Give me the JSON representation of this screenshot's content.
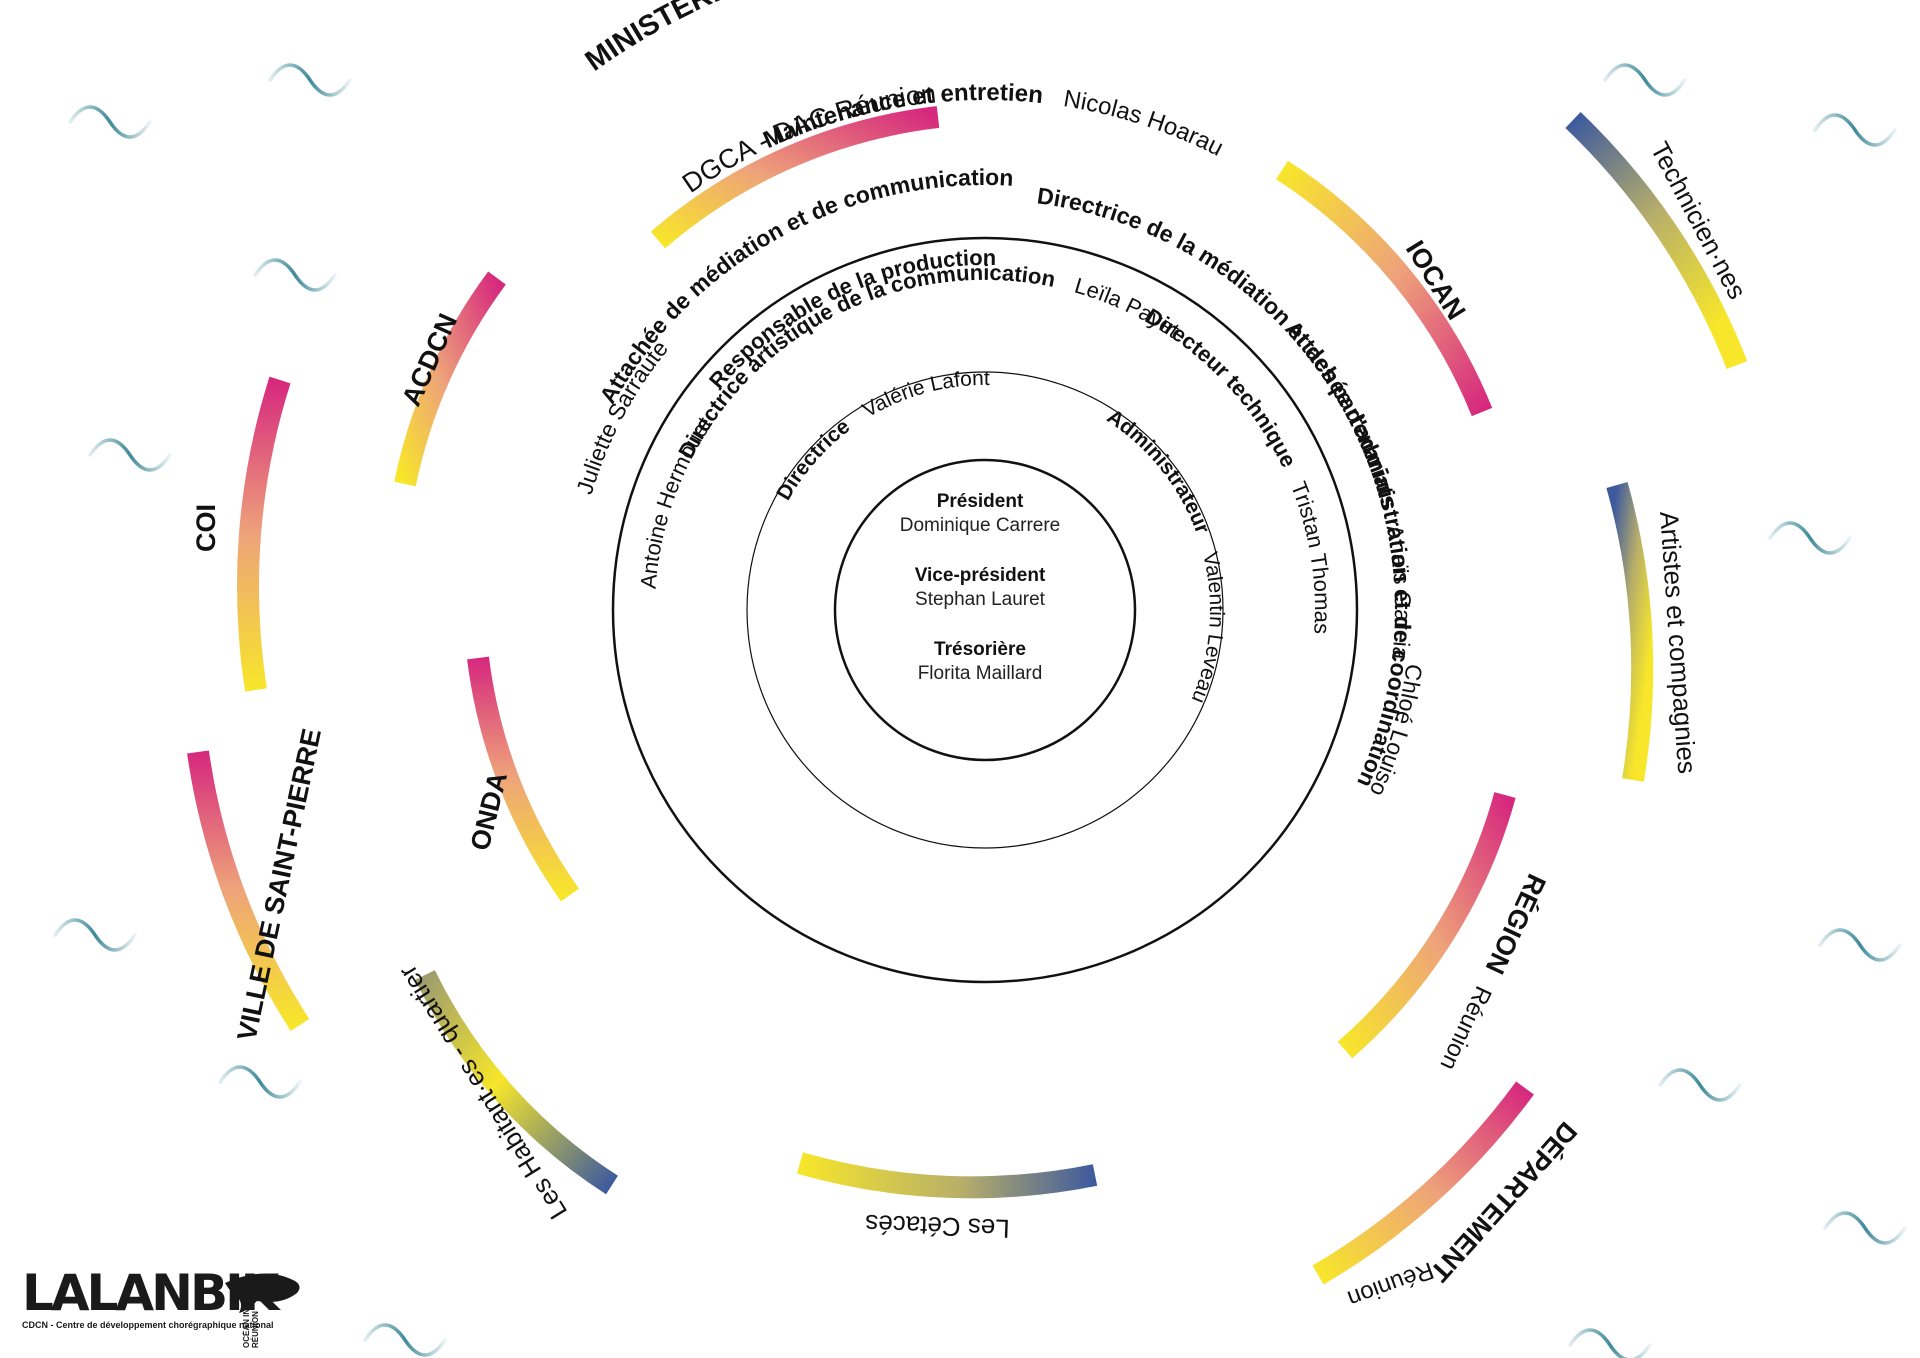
{
  "colors": {
    "yellow": "#f7e62a",
    "pink": "#d6287e",
    "blue": "#3d5a9e",
    "wave": "#3f8a9a",
    "ink": "#111111"
  },
  "center": {
    "roles": [
      {
        "role": "Président",
        "name": "Dominique Carrere"
      },
      {
        "role": "Vice-président",
        "name": "Stephan Lauret"
      },
      {
        "role": "Trésorière",
        "name": "Florita Maillard"
      }
    ]
  },
  "inner_ring": {
    "left_role": "Directrice",
    "left_name": "Valérie Lafont",
    "right_role": "Administrateur",
    "right_name": "Valentin Leveau"
  },
  "middle_ring": {
    "top_role": "Directrice artistique de la communication",
    "top_name": "Leïla Payet",
    "left_role": "Responsable de la production",
    "left_name": "Antoine Hermouet",
    "right_role": "Directeur technique",
    "right_name": "Tristan Thomas",
    "right2_role": "Directrice de la médiation et des partenariats",
    "right2_name": "Anaïs Garcia"
  },
  "outer_ring": {
    "top_role": "Maintenance et entretien",
    "top_name": "Nicolas Hoarau",
    "left_role": "Attachée de médiation et de communication",
    "left_name": "Juliette Sarraute",
    "right_role": "Attachée d'administration et de coordination",
    "right_name": "Chloé Louiso"
  },
  "partners": {
    "ministere": {
      "title": "MINISTÈRE DE LA CULTURE",
      "subtitle": "DGCA - DAC Réunion"
    },
    "iocan": {
      "title": "IOCAN"
    },
    "acdcn": {
      "title": "ACDCN"
    },
    "coi": {
      "title": "COI"
    },
    "onda": {
      "title": "ONDA"
    },
    "ville": {
      "title": "VILLE DE SAINT-PIERRE"
    },
    "region": {
      "title": "RÉGION",
      "subtitle": "Réunion"
    },
    "departement": {
      "title": "DÉPARTEMENT",
      "subtitle": "Réunion"
    },
    "techniciens": {
      "title": "Technicien·nes"
    },
    "artistes": {
      "title": "Artistes et compagnies"
    },
    "habitants": {
      "title": "Les Habitant·es - quartier"
    },
    "cetaces": {
      "title": "Les Cétacés"
    }
  },
  "logo": {
    "mark": "LALANBIK",
    "subtitle": "CDCN - Centre de développement chorégraphique national",
    "vertical": "OCÉAN INDIEN LA RÉUNION"
  }
}
